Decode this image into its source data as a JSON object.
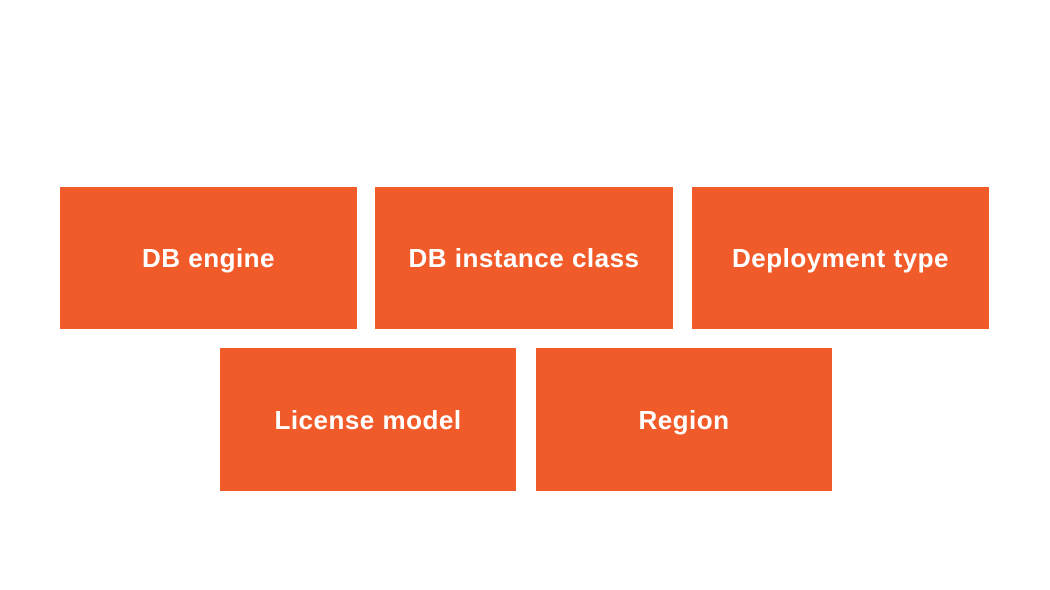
{
  "page": {
    "background_color": "#ffffff",
    "accent_color": "#f15a29",
    "label_text_color": "#ffffff"
  },
  "boxes": [
    {
      "label": "DB engine"
    },
    {
      "label": "DB instance class"
    },
    {
      "label": "Deployment type"
    },
    {
      "label": "License model"
    },
    {
      "label": "Region"
    }
  ]
}
